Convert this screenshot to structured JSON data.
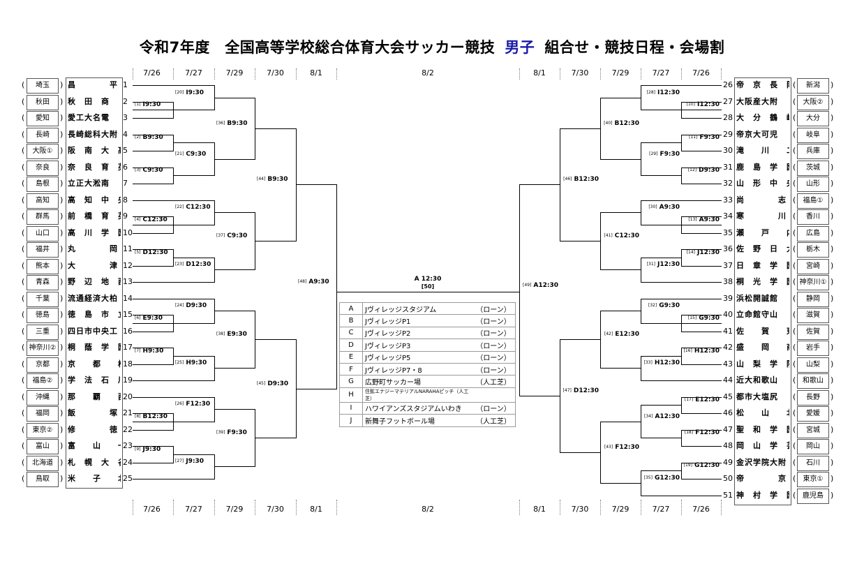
{
  "title": {
    "prefix": "令和7年度　全国高等学校総合体育大会サッカー競技",
    "gender": "男子",
    "suffix": "組合せ・競技日程・会場割"
  },
  "colors": {
    "title_gender": "#1a1aa8",
    "bracket_line": "#000000",
    "box_border": "#555555"
  },
  "dates": {
    "left": [
      "7/26",
      "7/27",
      "7/29",
      "7/30",
      "8/1"
    ],
    "center": "8/2",
    "right": [
      "8/1",
      "7/30",
      "7/29",
      "7/27",
      "7/26"
    ]
  },
  "left_teams": [
    {
      "seed": "1",
      "name": "昌　　　　平",
      "pref": "埼玉"
    },
    {
      "seed": "2",
      "name": "秋　田　商",
      "pref": "秋田"
    },
    {
      "seed": "3",
      "name": "愛工大名電",
      "pref": "愛知"
    },
    {
      "seed": "4",
      "name": "長崎総科大附",
      "pref": "長崎"
    },
    {
      "seed": "5",
      "name": "阪　南　大　高",
      "pref": "大阪①"
    },
    {
      "seed": "6",
      "name": "奈　良　育　英",
      "pref": "奈良"
    },
    {
      "seed": "7",
      "name": "立正大淞南",
      "pref": "島根"
    },
    {
      "seed": "8",
      "name": "高　知　中　央",
      "pref": "高知"
    },
    {
      "seed": "9",
      "name": "前　橋　育　英",
      "pref": "群馬"
    },
    {
      "seed": "10",
      "name": "高　川　学　園",
      "pref": "山口"
    },
    {
      "seed": "11",
      "name": "丸　　　　岡",
      "pref": "福井"
    },
    {
      "seed": "12",
      "name": "大　　　　津",
      "pref": "熊本"
    },
    {
      "seed": "13",
      "name": "野　辺　地　西",
      "pref": "青森"
    },
    {
      "seed": "14",
      "name": "流通経済大柏",
      "pref": "千葉"
    },
    {
      "seed": "15",
      "name": "徳　島　市　立",
      "pref": "徳島"
    },
    {
      "seed": "16",
      "name": "四日市中央工",
      "pref": "三重"
    },
    {
      "seed": "17",
      "name": "桐　蔭　学　園",
      "pref": "神奈川②"
    },
    {
      "seed": "18",
      "name": "京　　都　　橘",
      "pref": "京都"
    },
    {
      "seed": "19",
      "name": "学　法　石　川",
      "pref": "福島②"
    },
    {
      "seed": "20",
      "name": "那　　覇　　西",
      "pref": "沖縄"
    },
    {
      "seed": "21",
      "name": "飯　　　　塚",
      "pref": "福岡"
    },
    {
      "seed": "22",
      "name": "修　　　　徳",
      "pref": "東京②"
    },
    {
      "seed": "23",
      "name": "富　　山　　一",
      "pref": "富山"
    },
    {
      "seed": "24",
      "name": "札　幌　大　谷",
      "pref": "北海道"
    },
    {
      "seed": "25",
      "name": "米　　子　　北",
      "pref": "鳥取"
    }
  ],
  "right_teams": [
    {
      "seed": "26",
      "name": "帝　京　長　岡",
      "pref": "新潟"
    },
    {
      "seed": "27",
      "name": "大阪産大附",
      "pref": "大阪②"
    },
    {
      "seed": "28",
      "name": "大　分　鶴　崎",
      "pref": "大分"
    },
    {
      "seed": "29",
      "name": "帝京大可児",
      "pref": "岐阜"
    },
    {
      "seed": "30",
      "name": "滝　　川　　二",
      "pref": "兵庫"
    },
    {
      "seed": "31",
      "name": "鹿　島　学　園",
      "pref": "茨城"
    },
    {
      "seed": "32",
      "name": "山　形　中　央",
      "pref": "山形"
    },
    {
      "seed": "33",
      "name": "尚　　　　志",
      "pref": "福島①"
    },
    {
      "seed": "34",
      "name": "寒　　　　川",
      "pref": "香川"
    },
    {
      "seed": "35",
      "name": "瀬　　戸　　内",
      "pref": "広島"
    },
    {
      "seed": "36",
      "name": "佐　野　日　大",
      "pref": "栃木"
    },
    {
      "seed": "37",
      "name": "日　章　学　園",
      "pref": "宮崎"
    },
    {
      "seed": "38",
      "name": "桐　光　学　園",
      "pref": "神奈川①"
    },
    {
      "seed": "39",
      "name": "浜松開誠館",
      "pref": "静岡"
    },
    {
      "seed": "40",
      "name": "立命館守山",
      "pref": "滋賀"
    },
    {
      "seed": "41",
      "name": "佐　　賀　　東",
      "pref": "佐賀"
    },
    {
      "seed": "42",
      "name": "盛　　岡　　商",
      "pref": "岩手"
    },
    {
      "seed": "43",
      "name": "山　梨　学　院",
      "pref": "山梨"
    },
    {
      "seed": "44",
      "name": "近大和歌山",
      "pref": "和歌山"
    },
    {
      "seed": "45",
      "name": "都市大塩尻",
      "pref": "長野"
    },
    {
      "seed": "46",
      "name": "松　　山　　北",
      "pref": "愛媛"
    },
    {
      "seed": "47",
      "name": "聖　和　学　園",
      "pref": "宮城"
    },
    {
      "seed": "48",
      "name": "岡　山　学　芸　館",
      "pref": "岡山"
    },
    {
      "seed": "49",
      "name": "金沢学院大附",
      "pref": "石川"
    },
    {
      "seed": "50",
      "name": "帝　　　　京",
      "pref": "東京①"
    },
    {
      "seed": "51",
      "name": "神　村　学　園",
      "pref": "鹿児島"
    }
  ],
  "matches": {
    "m1": {
      "no": "[1]",
      "time": "I9:30"
    },
    "m2": {
      "no": "[2]",
      "time": "B9:30"
    },
    "m3": {
      "no": "[3]",
      "time": "C9:30"
    },
    "m4": {
      "no": "[4]",
      "time": "C12:30"
    },
    "m5": {
      "no": "[5]",
      "time": "D12:30"
    },
    "m6": {
      "no": "[6]",
      "time": "E9:30"
    },
    "m7": {
      "no": "[7]",
      "time": "H9:30"
    },
    "m8": {
      "no": "[8]",
      "time": "B12:30"
    },
    "m9": {
      "no": "[9]",
      "time": "J9:30"
    },
    "m10": {
      "no": "[10]",
      "time": "I12:30"
    },
    "m11": {
      "no": "[11]",
      "time": "F9:30"
    },
    "m12": {
      "no": "[12]",
      "time": "D9:30"
    },
    "m13": {
      "no": "[13]",
      "time": "A9:30"
    },
    "m14": {
      "no": "[14]",
      "time": "J12:30"
    },
    "m15": {
      "no": "[15]",
      "time": "G9:30"
    },
    "m16": {
      "no": "[16]",
      "time": "H12:30"
    },
    "m17": {
      "no": "[17]",
      "time": "E12:30"
    },
    "m18": {
      "no": "[18]",
      "time": "F12:30"
    },
    "m19": {
      "no": "[19]",
      "time": "G12:30"
    },
    "m20": {
      "no": "[20]",
      "time": "I9:30"
    },
    "m21": {
      "no": "[21]",
      "time": "C9:30"
    },
    "m22": {
      "no": "[22]",
      "time": "C12:30"
    },
    "m23": {
      "no": "[23]",
      "time": "D12:30"
    },
    "m24": {
      "no": "[24]",
      "time": "D9:30"
    },
    "m25": {
      "no": "[25]",
      "time": "H9:30"
    },
    "m26": {
      "no": "[26]",
      "time": "F12:30"
    },
    "m27": {
      "no": "[27]",
      "time": "J9:30"
    },
    "m28": {
      "no": "[28]",
      "time": "I12:30"
    },
    "m29": {
      "no": "[29]",
      "time": "F9:30"
    },
    "m30": {
      "no": "[30]",
      "time": "A9:30"
    },
    "m31": {
      "no": "[31]",
      "time": "J12:30"
    },
    "m32": {
      "no": "[32]",
      "time": "G9:30"
    },
    "m33": {
      "no": "[33]",
      "time": "H12:30"
    },
    "m34": {
      "no": "[34]",
      "time": "A12:30"
    },
    "m35": {
      "no": "[35]",
      "time": "G12:30"
    },
    "m36": {
      "no": "[36]",
      "time": "B9:30"
    },
    "m37": {
      "no": "[37]",
      "time": "C9:30"
    },
    "m38": {
      "no": "[38]",
      "time": "E9:30"
    },
    "m39": {
      "no": "[39]",
      "time": "F9:30"
    },
    "m40": {
      "no": "[40]",
      "time": "B12:30"
    },
    "m41": {
      "no": "[41]",
      "time": "C12:30"
    },
    "m42": {
      "no": "[42]",
      "time": "E12:30"
    },
    "m43": {
      "no": "[43]",
      "time": "F12:30"
    },
    "m44": {
      "no": "[44]",
      "time": "B9:30"
    },
    "m45": {
      "no": "[45]",
      "time": "D9:30"
    },
    "m46": {
      "no": "[46]",
      "time": "B12:30"
    },
    "m47": {
      "no": "[47]",
      "time": "D12:30"
    },
    "m48": {
      "no": "[48]",
      "time": "A9:30"
    },
    "m49": {
      "no": "[49]",
      "time": "A12:30"
    },
    "m50": {
      "no": "[50]",
      "time": "A 12:30"
    }
  },
  "venues": [
    {
      "code": "A",
      "name": "Jヴィレッジスタジアム",
      "surface": "（ローン）"
    },
    {
      "code": "B",
      "name": "JヴィレッジP1",
      "surface": "（ローン）"
    },
    {
      "code": "C",
      "name": "JヴィレッジP2",
      "surface": "（ローン）"
    },
    {
      "code": "D",
      "name": "JヴィレッジP3",
      "surface": "（ローン）"
    },
    {
      "code": "E",
      "name": "JヴィレッジP5",
      "surface": "（ローン）"
    },
    {
      "code": "F",
      "name": "JヴィレッジP7・8",
      "surface": "（ローン）"
    },
    {
      "code": "G",
      "name": "広野町サッカー場",
      "surface": "（人工芝）"
    },
    {
      "code": "H",
      "name": "住鉱エナジーマテリアルNARAHAピッチ（人工芝）",
      "surface": ""
    },
    {
      "code": "I",
      "name": "ハワイアンズスタジアムいわき",
      "surface": "（ローン）"
    },
    {
      "code": "J",
      "name": "新舞子フットボール場",
      "surface": "（人工芝）"
    }
  ],
  "paren_open": "(",
  "paren_close": ")"
}
